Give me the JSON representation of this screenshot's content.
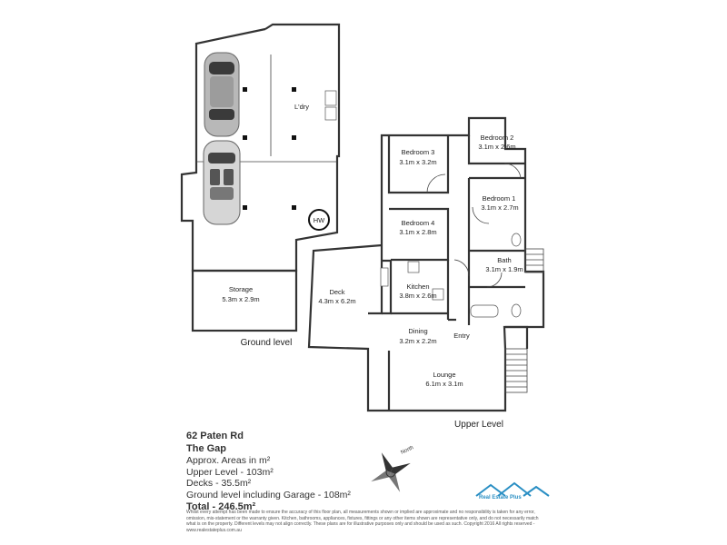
{
  "rooms": {
    "laundry": "L'dry",
    "hw": "HW",
    "storage_name": "Storage",
    "storage_size": "5.3m x 2.9m",
    "deck_name": "Deck",
    "deck_size": "4.3m x 6.2m",
    "bed3_name": "Bedroom 3",
    "bed3_size": "3.1m x 3.2m",
    "bed2_name": "Bedroom 2",
    "bed2_size": "3.1m x 2.6m",
    "bed1_name": "Bedroom 1",
    "bed1_size": "3.1m x 2.7m",
    "bed4_name": "Bedroom 4",
    "bed4_size": "3.1m x 2.8m",
    "bath_name": "Bath",
    "bath_size": "3.1m x 1.9m",
    "kitchen_name": "Kitchen",
    "kitchen_size": "3.8m x 2.6m",
    "dining_name": "Dining",
    "dining_size": "3.2m x 2.2m",
    "entry": "Entry",
    "lounge_name": "Lounge",
    "lounge_size": "6.1m x 3.1m"
  },
  "levels": {
    "ground": "Ground level",
    "upper": "Upper Level"
  },
  "info": {
    "street": "62 Paten Rd",
    "suburb": "The Gap",
    "areas": "Approx. Areas in m²",
    "upper": "Upper Level - 103m²",
    "decks": "Decks - 35.5m²",
    "ground": "Ground level including Garage - 108m²",
    "total": "Total - 246.5m²"
  },
  "compass": {
    "label": "North",
    "icon": "compass-rose-icon"
  },
  "logo": {
    "text": "Real Estate Plus"
  },
  "disclaimer": "Whilst every attempt has been made to ensure the accuracy of this floor plan, all measurements shown or implied are approximate and no responsibility is taken for any error, omission, mis-statement or the warranty given. Kitchen, bathrooms, appliances, fixtures, fittings or any other items shown are representative only, and do not necessarily match what is on the property. Different levels may not align correctly. These plans are for illustrative purposes only and should be used as such. Copyright 2016 All rights reserved - www.realestateplus.com.au",
  "colors": {
    "wall": "#333333",
    "logo": "#2a8fc4"
  }
}
